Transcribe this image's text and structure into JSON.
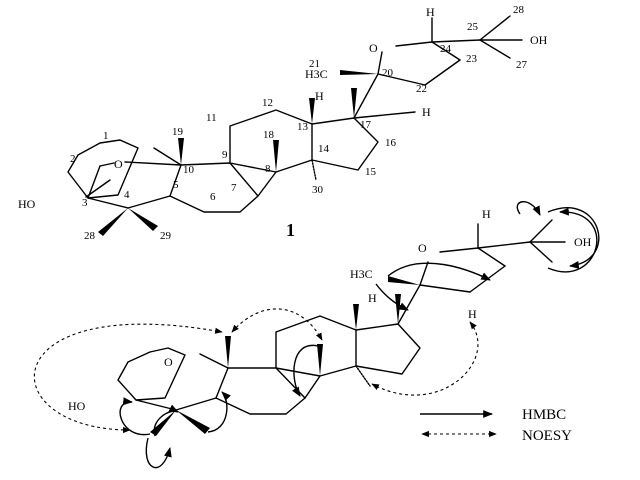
{
  "compound": {
    "number": "1",
    "carbon_labels": [
      "1",
      "2",
      "3",
      "4",
      "5",
      "6",
      "7",
      "8",
      "9",
      "10",
      "11",
      "12",
      "13",
      "14",
      "15",
      "16",
      "17",
      "19",
      "20",
      "21",
      "22",
      "23",
      "24",
      "25",
      "28",
      "28",
      "29",
      "18",
      "30",
      "27"
    ],
    "atom_labels": {
      "oh_ring": "HO",
      "oh_side": "OH",
      "o_ether": "O",
      "o_furan": "O",
      "h3c": "H3C",
      "h": "H"
    }
  },
  "correlations": {
    "atom_labels": {
      "oh_ring": "HO",
      "oh_side": "OH",
      "o_ether": "O",
      "o_furan": "O",
      "h3c": "H3C",
      "h": "H"
    }
  },
  "legend": [
    {
      "label": "HMBC",
      "style": "solid-arrow"
    },
    {
      "label": "NOESY",
      "style": "dashed-double-arrow"
    }
  ]
}
